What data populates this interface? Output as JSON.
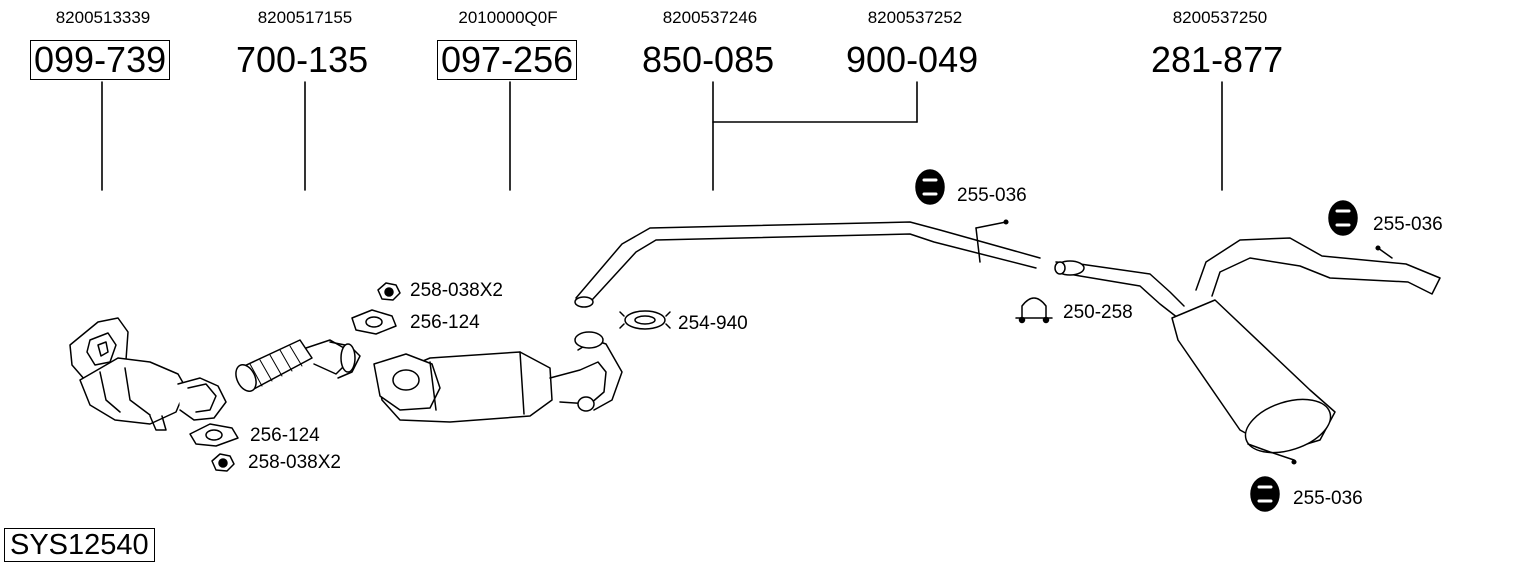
{
  "assembly": {
    "main_parts": [
      {
        "oem": "8200513339",
        "part": "099-739",
        "boxed": true
      },
      {
        "oem": "8200517155",
        "part": "700-135",
        "boxed": false
      },
      {
        "oem": "2010000Q0F",
        "part": "097-256",
        "boxed": true
      },
      {
        "oem": "8200537246",
        "part": "850-085",
        "boxed": false
      },
      {
        "oem": "8200537252",
        "part": "900-049",
        "boxed": false
      },
      {
        "oem": "8200537250",
        "part": "281-877",
        "boxed": false
      }
    ],
    "accessories": [
      {
        "label": "258-038X2",
        "icon": "nut-icon"
      },
      {
        "label": "256-124",
        "icon": "gasket-icon"
      },
      {
        "label": "256-124",
        "icon": "gasket-icon"
      },
      {
        "label": "258-038X2",
        "icon": "nut-icon"
      },
      {
        "label": "254-940",
        "icon": "clamp-icon"
      },
      {
        "label": "255-036",
        "icon": "rubber-hanger-icon"
      },
      {
        "label": "250-258",
        "icon": "u-clamp-icon"
      },
      {
        "label": "255-036",
        "icon": "rubber-hanger-icon"
      },
      {
        "label": "255-036",
        "icon": "rubber-hanger-icon"
      }
    ],
    "system_code": "SYS12540"
  }
}
